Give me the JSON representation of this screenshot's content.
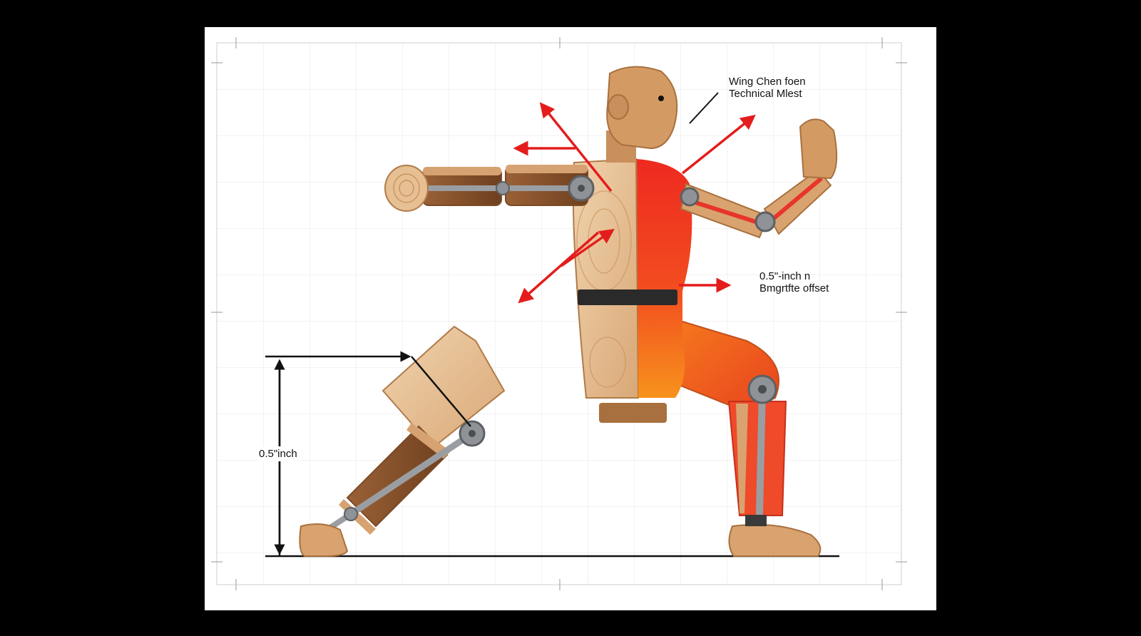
{
  "labels": {
    "title_line1": "Wing Chen foen",
    "title_line2": "Technical Mlest",
    "offset_line1": "0.5\"-inch n",
    "offset_line2": "Bmgrtfte offset",
    "height_dim": "0.5\"inch"
  },
  "colors": {
    "background": "#000000",
    "sheet": "#ffffff",
    "grid": "#e6e6e6",
    "wood_light": "#e9c8a0",
    "wood_mid": "#c98f5c",
    "wood_dark": "#8a5530",
    "jacket_red": "#ee2f22",
    "jacket_orange": "#f78a1e",
    "arrow_red": "#e41c1c",
    "joint_gray": "#8f9296",
    "belt": "#2a2a2a"
  },
  "icons": [
    "force-arrow-icon",
    "dimension-arrow-icon",
    "joint-pin-icon"
  ]
}
